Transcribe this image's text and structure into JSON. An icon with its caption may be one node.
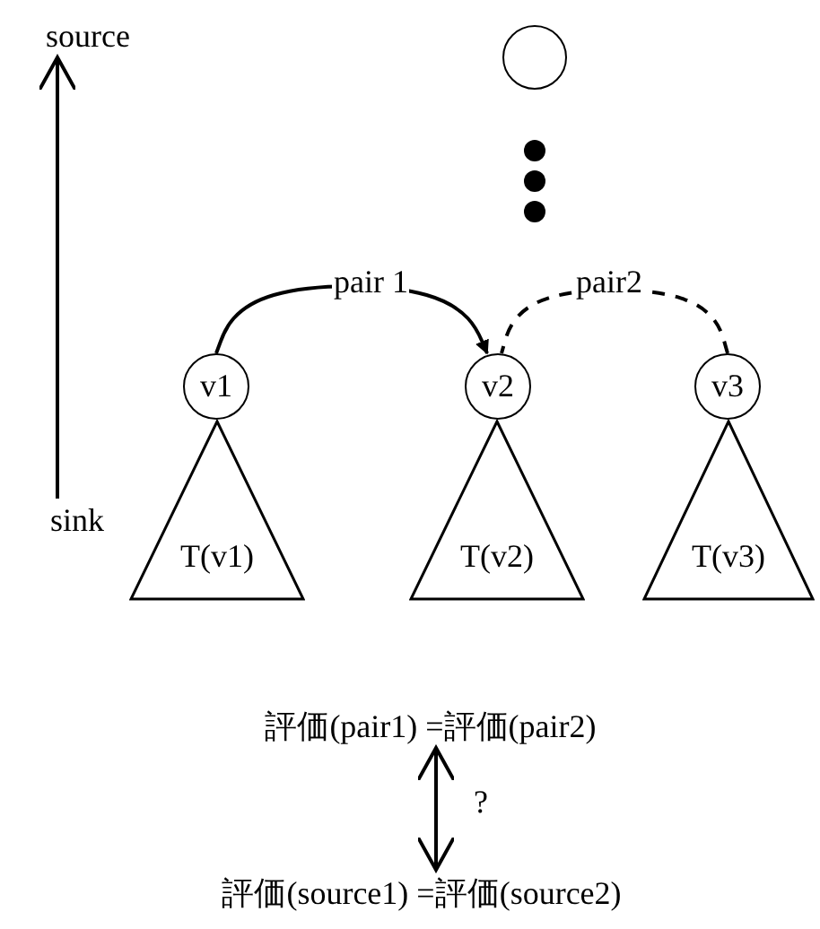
{
  "diagram": {
    "nodes": [
      {
        "text": [
          "source"
        ]
      },
      {
        "text": [],
        "shape": "circle"
      },
      {
        "text": [
          "v1"
        ]
      },
      {
        "text": [
          "v2"
        ]
      },
      {
        "text": [
          "v3"
        ]
      },
      {
        "text": [
          "T(v1)"
        ]
      },
      {
        "text": [
          "T(v2)"
        ]
      },
      {
        "text": [
          "T(v3)"
        ]
      },
      {
        "text": [
          "sink"
        ]
      },
      {
        "text": [
          "評価(pair1) =評価(pair2)"
        ]
      },
      {
        "text": [
          "評価(source1) =評価(source2)"
        ]
      }
    ],
    "edges": [
      {
        "from": 8,
        "to": 0,
        "arrow": "to"
      },
      {
        "from": 2,
        "to": 3,
        "arrow": "to",
        "label": "pair 1"
      },
      {
        "from": 4,
        "to": 3,
        "arrow": "none",
        "label": "pair2",
        "style": "dashed"
      },
      {
        "from": 9,
        "to": 10,
        "arrow": "both",
        "label": "?"
      }
    ]
  }
}
